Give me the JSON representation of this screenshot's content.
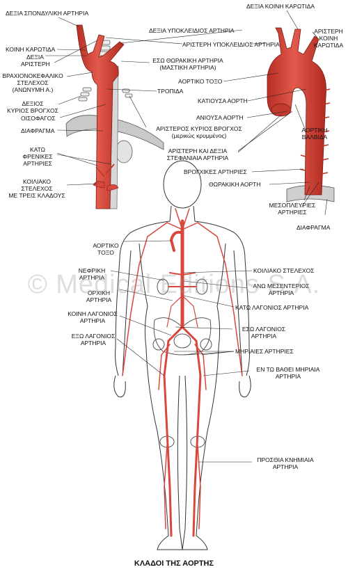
{
  "colors": {
    "artery": "#d8463c",
    "artery_dark": "#a8281f",
    "outline": "#333333",
    "skin": "#ffffff"
  },
  "title": "ΚΛΑΔΟΙ ΤΗΣ ΑΟΡΤΗΣ",
  "watermark": "© Medical Editions S.A.",
  "top_left": {
    "right_vertebral": "ΔΕΞΙΑ ΣΠΟΝΔΥΛΙΚΗ ΑΡΤΗΡΙΑ",
    "common_carotid": "ΚΟΙΝΗ ΚΑΡΩΤΙΔΑ",
    "right": "ΔΕΞΙΑ",
    "left": "ΑΡΙΣΤΕΡΗ",
    "brachiocephalic_1": "ΒΡΑΧΙΟΝΟΚΕΦΑΛΙΚΟ",
    "brachiocephalic_2": "ΣΤΕΛΕΧΟΣ",
    "brachiocephalic_3": "(ΑΝΩΝΥΜΗ Α.)",
    "right_bronchus_1": "ΔΕΞΙΟΣ",
    "right_bronchus_2": "ΚΥΡΙΟΣ ΒΡΟΓΧΟΣ",
    "esophagus": "ΟΙΣΟΦΑΓΟΣ",
    "diaphragm": "ΔΙΑΦΡΑΓΜΑ",
    "inf_phrenic_1": "ΚΑΤΩ",
    "inf_phrenic_2": "ΦΡΕΝΙΚΕΣ",
    "inf_phrenic_3": "ΑΡΤΗΡΙΕΣ",
    "celiac_1": "ΚΟΙΛΙΑΚΟ",
    "celiac_2": "ΣΤΕΛΕΧΟΣ",
    "celiac_3": "ΜΕ ΤΡΕΙΣ ΚΛΑΔΟΥΣ"
  },
  "top_middle": {
    "right_subclavian": "ΔΕΞΙΑ ΥΠΟΚΛΕΙΔΙΟΣ ΑΡΤΗΡΙΑ",
    "left_subclavian": "ΑΡΙΣΤΕΡΗ ΥΠΟΚΛΕΙΔΙΟΣ ΑΡΤΗΡΙΑ",
    "ext_thoracic_1": "ΕΣΩ ΘΩΡΑΚΙΚΗ ΑΡΤΗΡΙΑ",
    "ext_thoracic_2": "(ΜΑΣΤΙΚΗ ΑΡΤΗΡΙΑ)",
    "aortic_arch": "ΑΟΡΤΙΚΟ ΤΟΞΟ",
    "trachea": "ΤΡΟΠΙΔΑ",
    "descending_aorta": "ΚΑΤΙΟΥΣΑ ΑΟΡΤΗ",
    "ascending_aorta": "ΑΝΙΟΥΣΑ ΑΟΡΤΗ",
    "left_bronchus_1": "ΑΡΙΣΤΕΡΟΣ ΚΥΡΙΟΣ ΒΡΟΓΧΟΣ",
    "left_bronchus_2": "(μερικώς κρυμμένος)",
    "coronary_1": "ΑΡΙΣΤΕΡΗ ΚΑΙ ΔΕΞΙΑ",
    "coronary_2": "ΣΤΕΦΑΝΙΑΙΑ ΑΡΤΗΡΙΑ",
    "bronchial": "ΒΡΟΓΧΙΚΕΣ ΑΡΤΗΡΙΕΣ",
    "thoracic_aorta": "ΘΩΡΑΚΙΚΗ ΑΟΡΤΗ"
  },
  "top_right": {
    "right_common_carotid": "ΔΕΞΙΑ ΚΟΙΝΗ ΚΑΡΩΤΙΔΑ",
    "left_common_carotid_1": "ΑΡΙΣΤΕΡΗ",
    "left_common_carotid_2": "ΚΟΙΝΗ",
    "left_common_carotid_3": "ΚΑΡΩΤΙΔΑ",
    "aortic_valve_1": "ΑΟΡΤΙΚΗ",
    "aortic_valve_2": "ΒΑΛΒΙΔΑ",
    "intercostal_1": "ΜΕΣΟΠΛΕΥΡΙΕΣ",
    "intercostal_2": "ΑΡΤΗΡΙΕΣ",
    "diaphragm": "ΔΙΑΦΡΑΓΜΑ"
  },
  "body": {
    "aortic_arch_1": "ΑΟΡΤΙΚΟ",
    "aortic_arch_2": "ΤΟΞΟ",
    "renal_1": "ΝΕΦΡΙΚΗ",
    "renal_2": "ΑΡΤΗΡΙΑ",
    "testicular_1": "ΟΡΧΙΚΗ",
    "testicular_2": "ΑΡΤΗΡΙΑ",
    "common_iliac_1": "ΚΟΙΝΗ ΛΑΓΟΝΙΟΣ",
    "common_iliac_2": "ΑΡΤΗΡΙΑ",
    "external_iliac_1": "ΕΞΩ ΛΑΓΟΝΙΟΣ",
    "external_iliac_2": "ΑΡΤΗΡΙΑ",
    "celiac_trunk": "ΚΟΙΛΙΑΚΟ ΣΤΕΛΕΧΟΣ",
    "sup_mesenteric_1": "ΑΝΩ ΜΕΣΕΝΤΕΡΙΟΣ",
    "sup_mesenteric_2": "ΑΡΤΗΡΙΑ",
    "inf_iliac": "ΚΑΤΩ ΛΑΓΟΝΙΟΣ ΑΡΤΗΡΙΑ",
    "internal_iliac_1": "ΕΣΩ ΛΑΓΟΝΙΟΣ",
    "internal_iliac_2": "ΑΡΤΗΡΙΑ",
    "femoral": "ΜΗΡΙΑΙΕΣ ΑΡΤΗΡΙΕΣ",
    "deep_femoral_1": "ΕΝ ΤΩ ΒΑΘΕΙ ΜΗΡΙΑΙΑ",
    "deep_femoral_2": "ΑΡΤΗΡΙΑ",
    "ant_tibial_1": "ΠΡΟΣΘΙΑ ΚΝΗΜΙΑΙΑ",
    "ant_tibial_2": "ΑΡΤΗΡΙΑ"
  }
}
